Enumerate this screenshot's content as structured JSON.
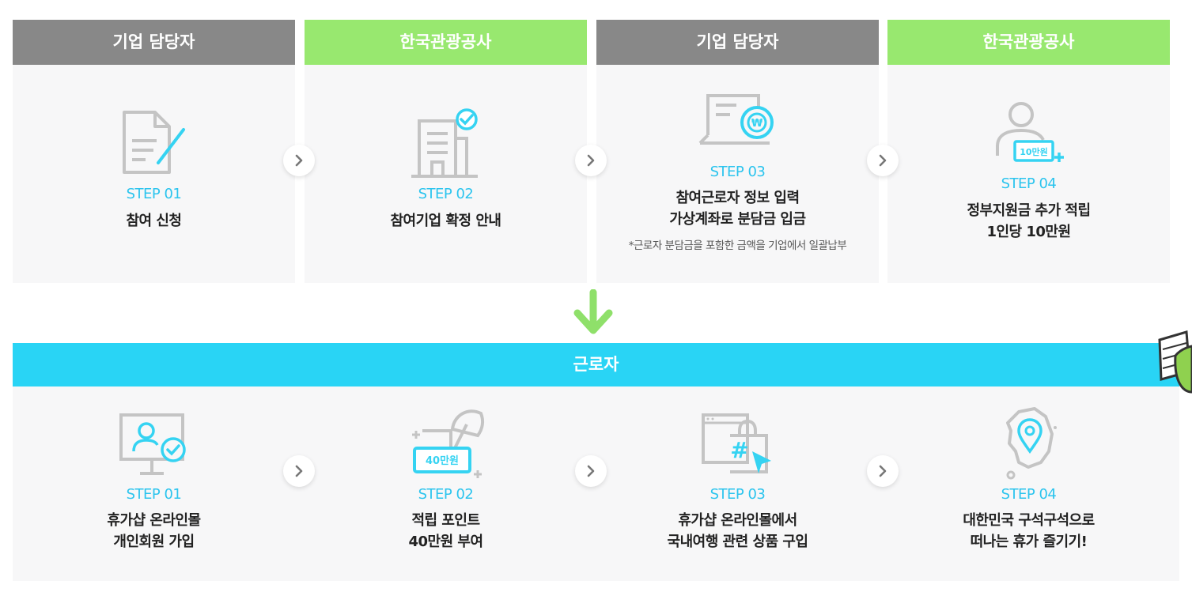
{
  "company_steps": [
    {
      "header": "기업 담당자",
      "step": "STEP 01",
      "desc1": "참여 신청",
      "desc2": ""
    },
    {
      "header": "한국관광공사",
      "step": "STEP 02",
      "desc1": "참여기업 확정 안내",
      "desc2": ""
    },
    {
      "header": "기업 담당자",
      "step": "STEP 03",
      "desc1": "참여근로자 정보 입력",
      "desc2": "가상계좌로 분담금 입금",
      "note": "*근로자 분담금을 포함한 금액을 기업에서 일괄납부"
    },
    {
      "header": "한국관광공사",
      "step": "STEP 04",
      "desc1": "정부지원금 추가 적립",
      "desc2": "1인당 10만원",
      "badge": "10만원"
    }
  ],
  "worker_header": "근로자",
  "worker_steps": [
    {
      "step": "STEP 01",
      "desc1": "휴가샵 온라인몰",
      "desc2": "개인회원 가입"
    },
    {
      "step": "STEP 02",
      "desc1": "적립 포인트",
      "desc2": "40만원 부여",
      "badge": "40만원"
    },
    {
      "step": "STEP 03",
      "desc1": "휴가샵 온라인몰에서",
      "desc2": "국내여행 관련 상품 구입"
    },
    {
      "step": "STEP 04",
      "desc1": "대한민국 구석구석으로",
      "desc2": "떠나는 휴가 즐기기!"
    }
  ],
  "colors": {
    "gray_header": "#888888",
    "green_header": "#98e86f",
    "accent_cyan": "#29d4f5",
    "step_text": "#2bc4ee",
    "card_bg": "#f7f7f8"
  },
  "icons": [
    "document-edit-icon",
    "building-check-icon",
    "laptop-won-icon",
    "person-money-plus-icon",
    "monitor-user-check-icon",
    "beach-points-icon",
    "shopping-bag-hashtag-icon",
    "korea-map-pin-icon",
    "chevron-right-icon",
    "arrow-down-icon",
    "mascot-icon"
  ]
}
